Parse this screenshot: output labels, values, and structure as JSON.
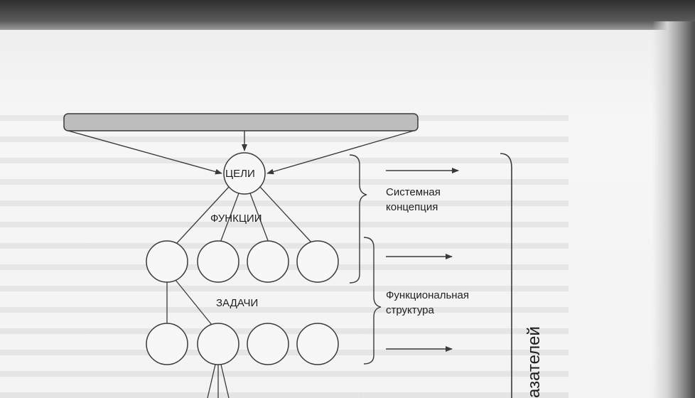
{
  "nodes": {
    "goals_label": "ЦЕЛИ",
    "functions_label": "ФУНКЦИИ",
    "tasks_label": "ЗАДАЧИ"
  },
  "side": {
    "system_concept_line1": "Системная",
    "system_concept_line2": "концепция",
    "functional_structure_line1": "Функциональная",
    "functional_structure_line2": "структура",
    "vertical_text": "азателей"
  },
  "colors": {
    "stroke": "#3a3a3a",
    "top_box_fill": "#bdbdbd",
    "circle_fill": "#f7f7f7"
  }
}
